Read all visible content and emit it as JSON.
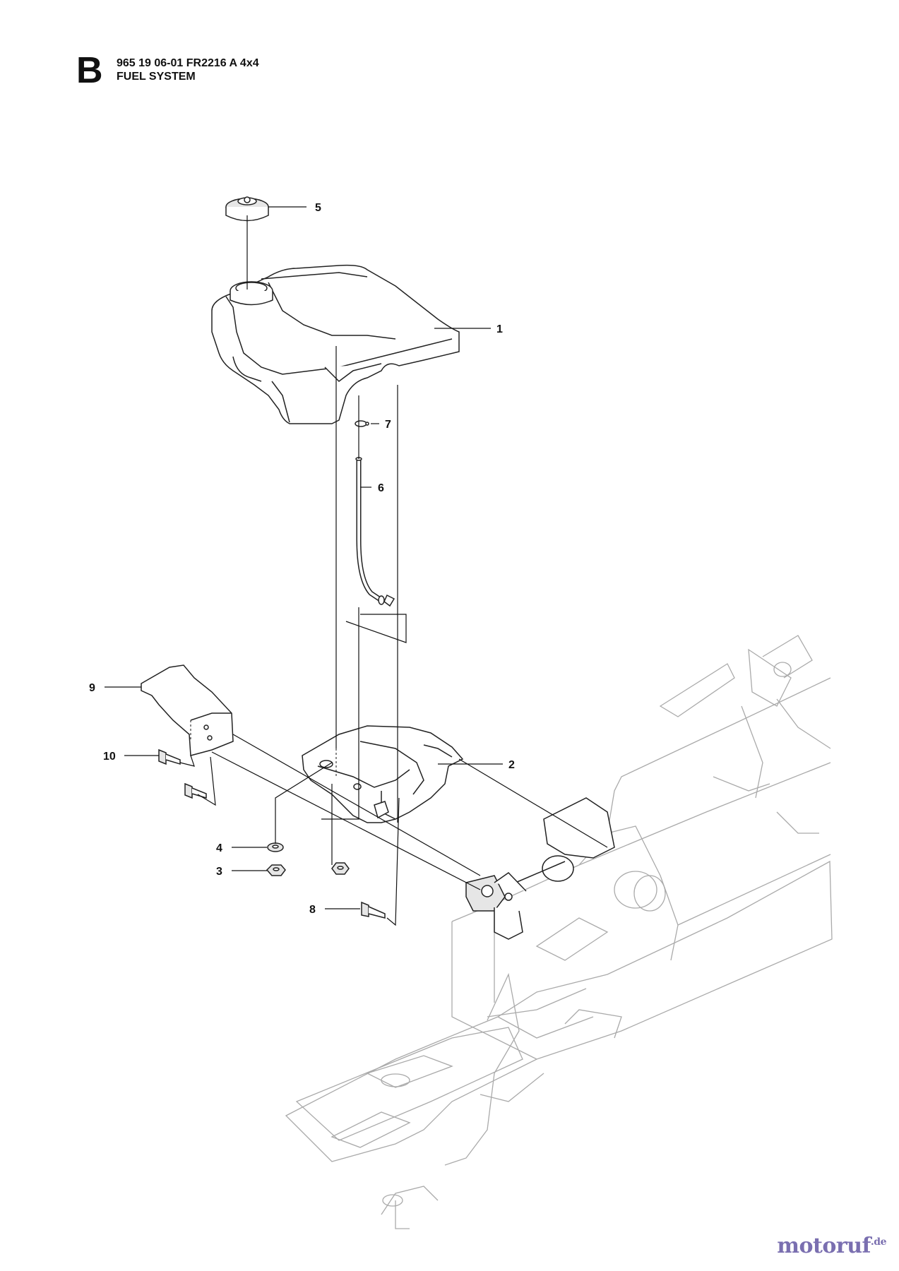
{
  "header": {
    "section_letter": "B",
    "part_line": "965 19 06-01 FR2216 A 4x4",
    "title": "FUEL SYSTEM"
  },
  "callouts": {
    "c1": "1",
    "c2": "2",
    "c3": "3",
    "c4": "4",
    "c5": "5",
    "c6": "6",
    "c7": "7",
    "c8": "8",
    "c9": "9",
    "c10": "10"
  },
  "watermark": {
    "brand": "motoruf",
    "tld": ".de",
    "color": "#7a6fb0"
  }
}
